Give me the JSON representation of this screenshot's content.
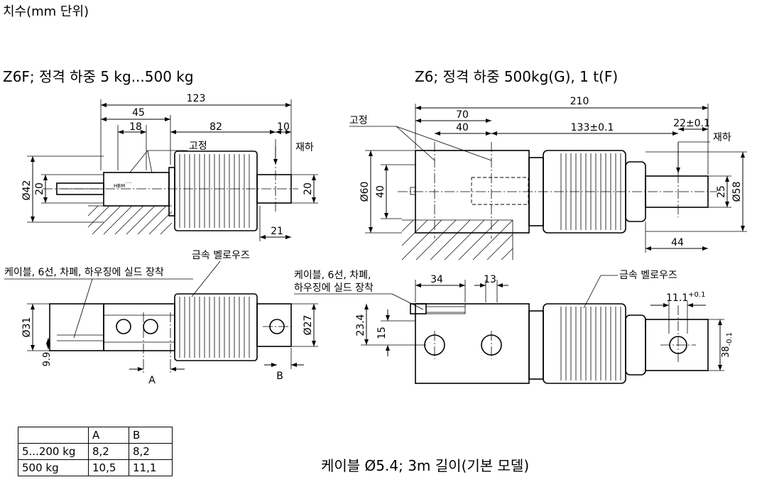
{
  "header": {
    "units_label": "치수(mm 단위)"
  },
  "left_view": {
    "title": "Z6F; 정격 하중 5 kg...500 kg",
    "dims": {
      "total": "123",
      "d45": "45",
      "d18": "18",
      "d82": "82",
      "d10": "10",
      "d21": "21",
      "dia42": "Ø42",
      "h20_left": "20",
      "h20_right": "20"
    },
    "labels": {
      "fixed": "고정",
      "load": "재하",
      "brand": "HBM"
    }
  },
  "right_view": {
    "title": "Z6; 정격 하중 500kg(G), 1 t(F)",
    "dims": {
      "total": "210",
      "d70": "70",
      "d40": "40",
      "d133": "133±0.1",
      "d22": "22±0.1",
      "d44": "44",
      "dia60": "Ø60",
      "h40": "40",
      "h25": "25",
      "dia58": "Ø58"
    },
    "labels": {
      "fixed": "고정",
      "load": "재하"
    }
  },
  "left_lower": {
    "labels": {
      "bellows": "금속 벨로우즈",
      "cable": "케이블, 6선, 차폐, 하우징에 실드 장착",
      "A": "A",
      "B": "B"
    },
    "dims": {
      "dia31": "Ø31",
      "dia27": "Ø27",
      "d9_9": "9.9"
    }
  },
  "right_lower": {
    "labels": {
      "cable_line1": "케이블, 6선, 차폐,",
      "cable_line2": "하우징에 실드 장착",
      "bellows": "금속 벨로우즈"
    },
    "dims": {
      "d34": "34",
      "d13": "13",
      "d11_1": "11.1",
      "d11_1_tol": "+0.1",
      "d23_4": "23.4",
      "d15": "15",
      "d38": "38",
      "d38_tol": "-0.1"
    }
  },
  "table": {
    "headers": [
      "",
      "A",
      "B"
    ],
    "rows": [
      [
        "5...200 kg",
        "8,2",
        "8,2"
      ],
      [
        "500 kg",
        "10,5",
        "11,1"
      ]
    ]
  },
  "footer": {
    "cable_note": "케이블 Ø5.4; 3m 길이(기본 모델)"
  }
}
